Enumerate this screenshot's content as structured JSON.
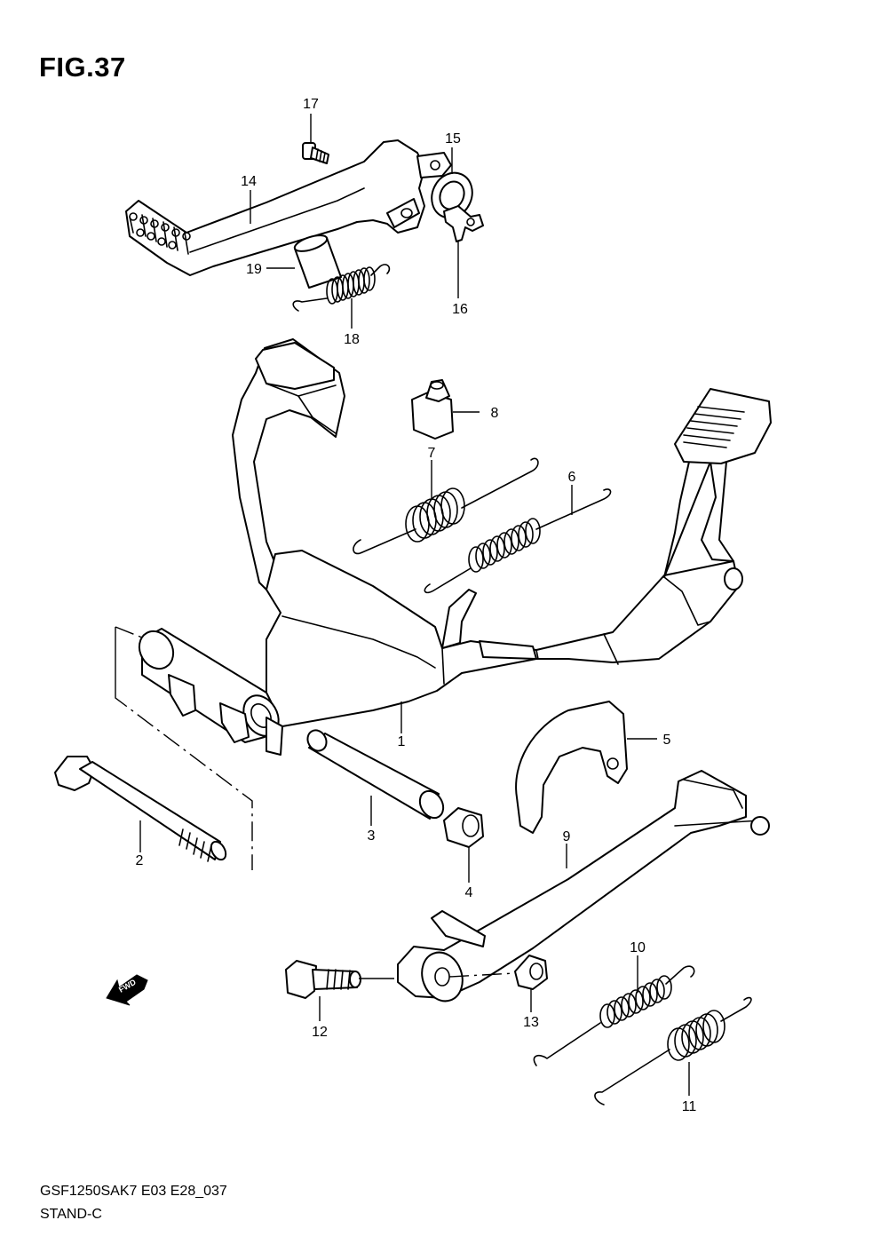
{
  "figure": {
    "title": "FIG.37"
  },
  "footer": {
    "code": "GSF1250SAK7 E03 E28_037",
    "name": "STAND-C"
  },
  "fwd_label": "FWD",
  "callouts": [
    {
      "id": "1",
      "label": "1"
    },
    {
      "id": "2",
      "label": "2"
    },
    {
      "id": "3",
      "label": "3"
    },
    {
      "id": "4",
      "label": "4"
    },
    {
      "id": "5",
      "label": "5"
    },
    {
      "id": "6",
      "label": "6"
    },
    {
      "id": "7",
      "label": "7"
    },
    {
      "id": "8",
      "label": "8"
    },
    {
      "id": "9",
      "label": "9"
    },
    {
      "id": "10",
      "label": "10"
    },
    {
      "id": "11",
      "label": "11"
    },
    {
      "id": "12",
      "label": "12"
    },
    {
      "id": "13",
      "label": "13"
    },
    {
      "id": "14",
      "label": "14"
    },
    {
      "id": "15",
      "label": "15"
    },
    {
      "id": "16",
      "label": "16"
    },
    {
      "id": "17",
      "label": "17"
    },
    {
      "id": "18",
      "label": "18"
    },
    {
      "id": "19",
      "label": "19"
    }
  ]
}
